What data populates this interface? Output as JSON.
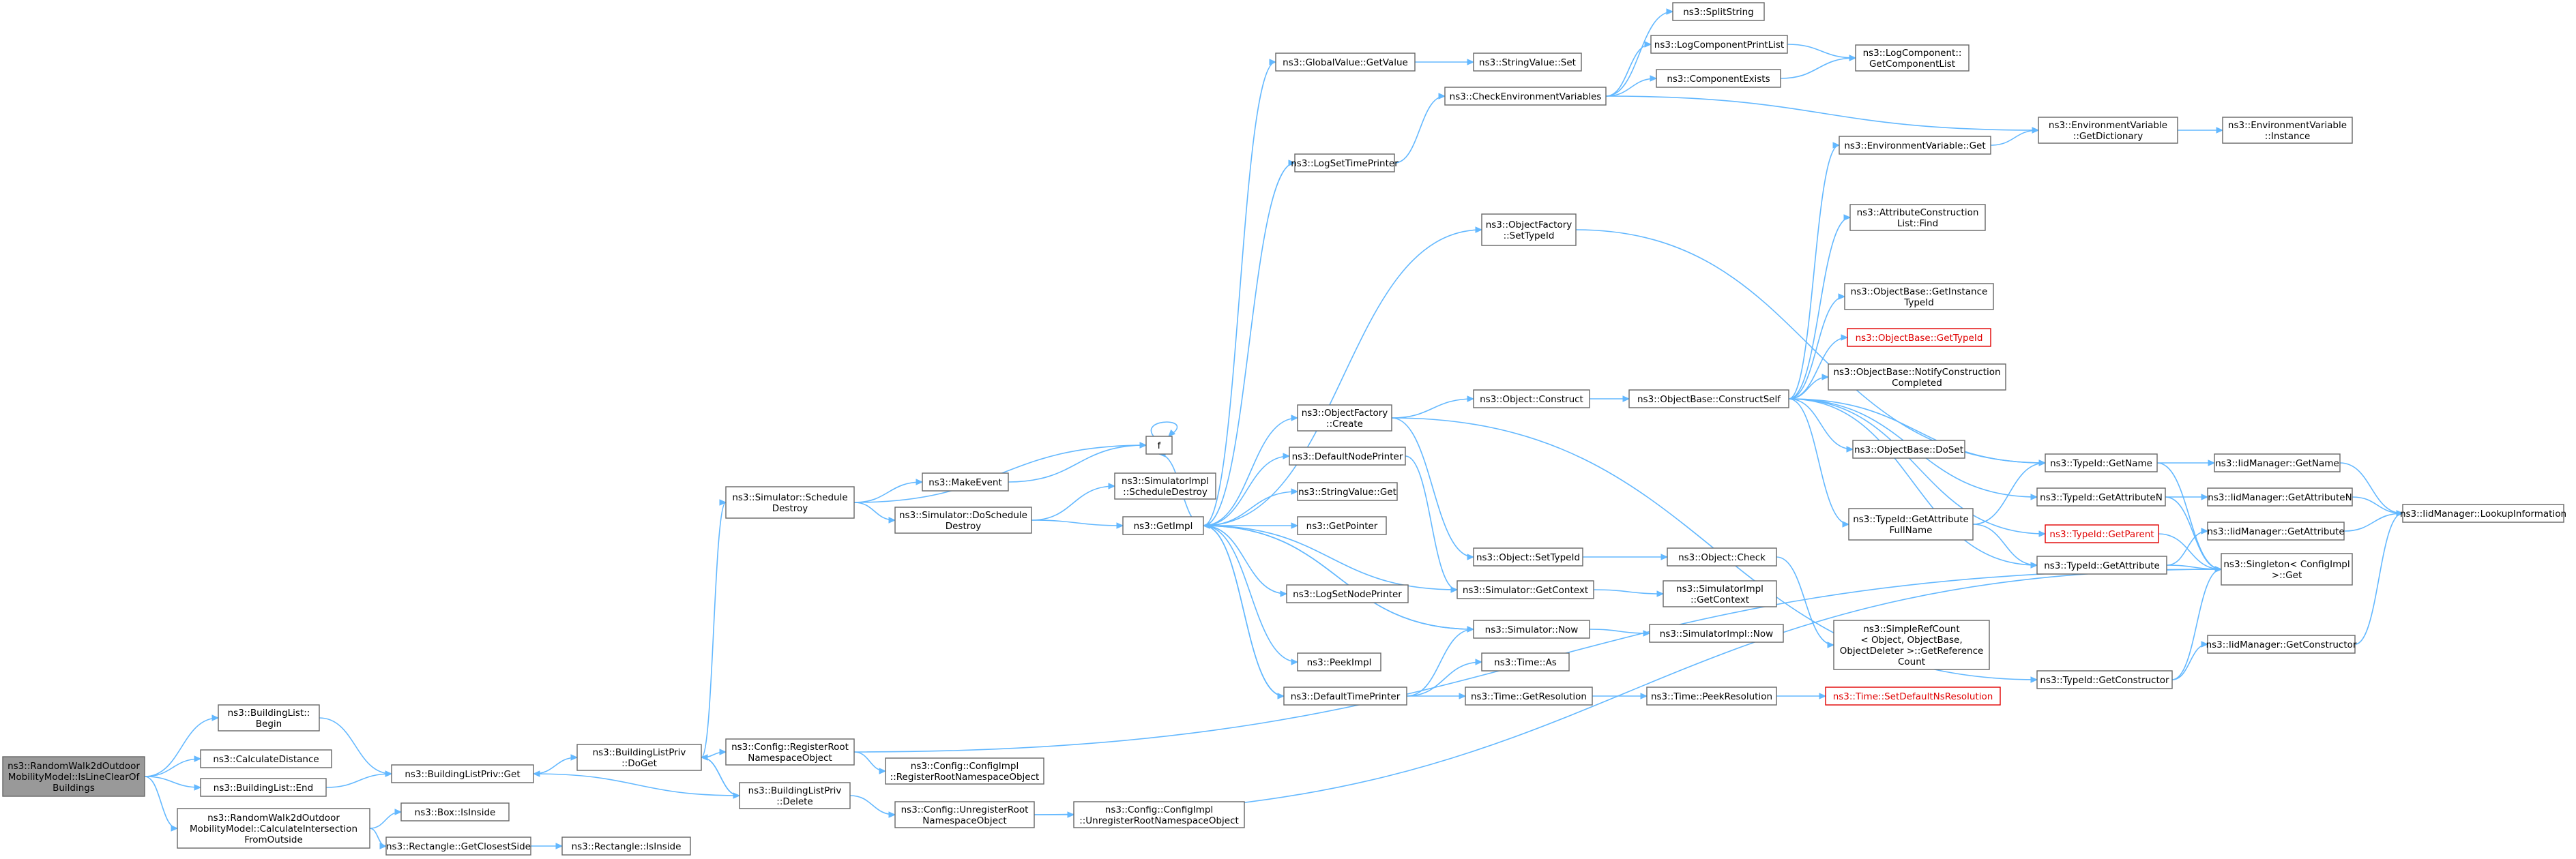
{
  "colors": {
    "edge": "#63b8ff",
    "root_fill": "#999999",
    "node_border": "#666666",
    "highlight": "#e00000"
  },
  "nodes": [
    {
      "id": "root",
      "lines": [
        "ns3::RandomWalk2dOutdoor",
        "MobilityModel::IsLineClearOf",
        "Buildings"
      ],
      "style": "root"
    },
    {
      "id": "bl_begin",
      "lines": [
        "ns3::BuildingList::",
        "Begin"
      ]
    },
    {
      "id": "calcdist",
      "lines": [
        "ns3::CalculateDistance"
      ]
    },
    {
      "id": "bl_end",
      "lines": [
        "ns3::BuildingList::End"
      ]
    },
    {
      "id": "calcint",
      "lines": [
        "ns3::RandomWalk2dOutdoor",
        "MobilityModel::CalculateIntersection",
        "FromOutside"
      ]
    },
    {
      "id": "blp_get",
      "lines": [
        "ns3::BuildingListPriv::Get"
      ]
    },
    {
      "id": "box_inside",
      "lines": [
        "ns3::Box::IsInside"
      ]
    },
    {
      "id": "rect_closest",
      "lines": [
        "ns3::Rectangle::GetClosestSide"
      ]
    },
    {
      "id": "rect_inside",
      "lines": [
        "ns3::Rectangle::IsInside"
      ]
    },
    {
      "id": "blp_doget",
      "lines": [
        "ns3::BuildingListPriv",
        "::DoGet"
      ]
    },
    {
      "id": "blp_delete",
      "lines": [
        "ns3::BuildingListPriv",
        "::Delete"
      ]
    },
    {
      "id": "cfg_reg",
      "lines": [
        "ns3::Config::RegisterRoot",
        "NamespaceObject"
      ]
    },
    {
      "id": "cfg_unreg",
      "lines": [
        "ns3::Config::UnregisterRoot",
        "NamespaceObject"
      ]
    },
    {
      "id": "cfgimpl_reg",
      "lines": [
        "ns3::Config::ConfigImpl",
        "::RegisterRootNamespaceObject"
      ]
    },
    {
      "id": "cfgimpl_unreg",
      "lines": [
        "ns3::Config::ConfigImpl",
        "::UnregisterRootNamespaceObject"
      ]
    },
    {
      "id": "sched_destroy",
      "lines": [
        "ns3::Simulator::Schedule",
        "Destroy"
      ]
    },
    {
      "id": "makeevent",
      "lines": [
        "ns3::MakeEvent"
      ]
    },
    {
      "id": "do_sched_destroy",
      "lines": [
        "ns3::Simulator::DoSchedule",
        "Destroy"
      ]
    },
    {
      "id": "f",
      "lines": [
        "f"
      ]
    },
    {
      "id": "simimpl_sched",
      "lines": [
        "ns3::SimulatorImpl",
        "::ScheduleDestroy"
      ]
    },
    {
      "id": "getimpl",
      "lines": [
        "ns3::GetImpl"
      ]
    },
    {
      "id": "gv_getvalue",
      "lines": [
        "ns3::GlobalValue::GetValue"
      ]
    },
    {
      "id": "logsettime",
      "lines": [
        "ns3::LogSetTimePrinter"
      ]
    },
    {
      "id": "objfac_create",
      "lines": [
        "ns3::ObjectFactory",
        "::Create"
      ]
    },
    {
      "id": "defnodeprinter",
      "lines": [
        "ns3::DefaultNodePrinter"
      ]
    },
    {
      "id": "stringvalue_get",
      "lines": [
        "ns3::StringValue::Get"
      ]
    },
    {
      "id": "getpointer",
      "lines": [
        "ns3::GetPointer"
      ]
    },
    {
      "id": "logsetnode",
      "lines": [
        "ns3::LogSetNodePrinter"
      ]
    },
    {
      "id": "peekimpl",
      "lines": [
        "ns3::PeekImpl"
      ]
    },
    {
      "id": "deftimeprinter",
      "lines": [
        "ns3::DefaultTimePrinter"
      ]
    },
    {
      "id": "stringvalue_set",
      "lines": [
        "ns3::StringValue::Set"
      ]
    },
    {
      "id": "checkenv",
      "lines": [
        "ns3::CheckEnvironmentVariables"
      ]
    },
    {
      "id": "objfac_settype",
      "lines": [
        "ns3::ObjectFactory",
        "::SetTypeId"
      ]
    },
    {
      "id": "obj_construct",
      "lines": [
        "ns3::Object::Construct"
      ]
    },
    {
      "id": "obj_settype",
      "lines": [
        "ns3::Object::SetTypeId"
      ]
    },
    {
      "id": "sim_getctx",
      "lines": [
        "ns3::Simulator::GetContext"
      ]
    },
    {
      "id": "sim_now",
      "lines": [
        "ns3::Simulator::Now"
      ]
    },
    {
      "id": "time_as",
      "lines": [
        "ns3::Time::As"
      ]
    },
    {
      "id": "time_getres",
      "lines": [
        "ns3::Time::GetResolution"
      ]
    },
    {
      "id": "splitstring",
      "lines": [
        "ns3::SplitString"
      ]
    },
    {
      "id": "logcompprint",
      "lines": [
        "ns3::LogComponentPrintList"
      ]
    },
    {
      "id": "compexists",
      "lines": [
        "ns3::ComponentExists"
      ]
    },
    {
      "id": "logcomp_getlist",
      "lines": [
        "ns3::LogComponent::",
        "GetComponentList"
      ]
    },
    {
      "id": "objbase_construct",
      "lines": [
        "ns3::ObjectBase::ConstructSelf"
      ]
    },
    {
      "id": "obj_check",
      "lines": [
        "ns3::Object::Check"
      ]
    },
    {
      "id": "simimpl_getctx",
      "lines": [
        "ns3::SimulatorImpl",
        "::GetContext"
      ]
    },
    {
      "id": "simimpl_now",
      "lines": [
        "ns3::SimulatorImpl::Now"
      ]
    },
    {
      "id": "time_peekres",
      "lines": [
        "ns3::Time::PeekResolution"
      ]
    },
    {
      "id": "srefcount",
      "lines": [
        "ns3::SimpleRefCount",
        "< Object, ObjectBase,",
        "ObjectDeleter >::GetReference",
        "Count"
      ]
    },
    {
      "id": "envvar_get",
      "lines": [
        "ns3::EnvironmentVariable::Get"
      ]
    },
    {
      "id": "attr_find",
      "lines": [
        "ns3::AttributeConstruction",
        "List::Find"
      ]
    },
    {
      "id": "objbase_getinst",
      "lines": [
        "ns3::ObjectBase::GetInstance",
        "TypeId"
      ]
    },
    {
      "id": "objbase_gettype",
      "lines": [
        "ns3::ObjectBase::GetTypeId"
      ],
      "style": "red"
    },
    {
      "id": "objbase_notify",
      "lines": [
        "ns3::ObjectBase::NotifyConstruction",
        "Completed"
      ]
    },
    {
      "id": "objbase_doset",
      "lines": [
        "ns3::ObjectBase::DoSet"
      ]
    },
    {
      "id": "typeid_getattrfull",
      "lines": [
        "ns3::TypeId::GetAttribute",
        "FullName"
      ]
    },
    {
      "id": "time_setdefault",
      "lines": [
        "ns3::Time::SetDefaultNsResolution"
      ],
      "style": "red"
    },
    {
      "id": "typeid_getctor",
      "lines": [
        "ns3::TypeId::GetConstructor"
      ]
    },
    {
      "id": "envvar_getdict",
      "lines": [
        "ns3::EnvironmentVariable",
        "::GetDictionary"
      ]
    },
    {
      "id": "typeid_getname",
      "lines": [
        "ns3::TypeId::GetName"
      ]
    },
    {
      "id": "typeid_getattrn",
      "lines": [
        "ns3::TypeId::GetAttributeN"
      ]
    },
    {
      "id": "typeid_getparent",
      "lines": [
        "ns3::TypeId::GetParent"
      ],
      "style": "red"
    },
    {
      "id": "typeid_getattr",
      "lines": [
        "ns3::TypeId::GetAttribute"
      ]
    },
    {
      "id": "envvar_instance",
      "lines": [
        "ns3::EnvironmentVariable",
        "::Instance"
      ]
    },
    {
      "id": "iid_getname",
      "lines": [
        "ns3::IidManager::GetName"
      ]
    },
    {
      "id": "iid_getattrn",
      "lines": [
        "ns3::IidManager::GetAttributeN"
      ]
    },
    {
      "id": "iid_getattr",
      "lines": [
        "ns3::IidManager::GetAttribute"
      ]
    },
    {
      "id": "singleton_get",
      "lines": [
        "ns3::Singleton< ConfigImpl",
        ">::Get"
      ]
    },
    {
      "id": "iid_getctor",
      "lines": [
        "ns3::IidManager::GetConstructor"
      ]
    },
    {
      "id": "iid_lookup",
      "lines": [
        "ns3::IidManager::LookupInformation"
      ]
    }
  ],
  "edges": [
    [
      "root",
      "bl_begin"
    ],
    [
      "root",
      "calcdist"
    ],
    [
      "root",
      "bl_end"
    ],
    [
      "root",
      "calcint"
    ],
    [
      "bl_begin",
      "blp_get"
    ],
    [
      "bl_end",
      "blp_get"
    ],
    [
      "calcint",
      "box_inside"
    ],
    [
      "calcint",
      "rect_closest"
    ],
    [
      "rect_closest",
      "rect_inside"
    ],
    [
      "blp_get",
      "blp_doget"
    ],
    [
      "blp_doget",
      "blp_delete"
    ],
    [
      "blp_delete",
      "blp_doget"
    ],
    [
      "blp_delete",
      "blp_get"
    ],
    [
      "blp_doget",
      "cfg_reg"
    ],
    [
      "blp_doget",
      "sched_destroy"
    ],
    [
      "blp_delete",
      "cfg_unreg"
    ],
    [
      "cfg_reg",
      "cfgimpl_reg"
    ],
    [
      "cfg_reg",
      "singleton_get"
    ],
    [
      "cfg_unreg",
      "cfgimpl_unreg"
    ],
    [
      "cfg_unreg",
      "singleton_get"
    ],
    [
      "sched_destroy",
      "makeevent"
    ],
    [
      "sched_destroy",
      "do_sched_destroy"
    ],
    [
      "sched_destroy",
      "f"
    ],
    [
      "makeevent",
      "f"
    ],
    [
      "f",
      "f"
    ],
    [
      "do_sched_destroy",
      "simimpl_sched"
    ],
    [
      "do_sched_destroy",
      "getimpl"
    ],
    [
      "getimpl",
      "gv_getvalue"
    ],
    [
      "getimpl",
      "logsettime"
    ],
    [
      "getimpl",
      "objfac_settype"
    ],
    [
      "getimpl",
      "objfac_create"
    ],
    [
      "getimpl",
      "defnodeprinter"
    ],
    [
      "getimpl",
      "stringvalue_get"
    ],
    [
      "getimpl",
      "getpointer"
    ],
    [
      "getimpl",
      "logsetnode"
    ],
    [
      "getimpl",
      "peekimpl"
    ],
    [
      "getimpl",
      "deftimeprinter"
    ],
    [
      "getimpl",
      "sim_now"
    ],
    [
      "getimpl",
      "f"
    ],
    [
      "sim_getctx",
      "getimpl"
    ],
    [
      "sim_now",
      "getimpl"
    ],
    [
      "deftimeprinter",
      "getimpl"
    ],
    [
      "gv_getvalue",
      "stringvalue_set"
    ],
    [
      "logsettime",
      "checkenv"
    ],
    [
      "checkenv",
      "splitstring"
    ],
    [
      "checkenv",
      "logcompprint"
    ],
    [
      "checkenv",
      "compexists"
    ],
    [
      "checkenv",
      "envvar_getdict"
    ],
    [
      "logcompprint",
      "logcomp_getlist"
    ],
    [
      "compexists",
      "logcomp_getlist"
    ],
    [
      "objfac_settype",
      "typeid_getname"
    ],
    [
      "objfac_create",
      "obj_construct"
    ],
    [
      "objfac_create",
      "obj_settype"
    ],
    [
      "objfac_create",
      "typeid_getctor"
    ],
    [
      "defnodeprinter",
      "sim_getctx"
    ],
    [
      "obj_construct",
      "objbase_construct"
    ],
    [
      "obj_settype",
      "obj_check"
    ],
    [
      "sim_getctx",
      "simimpl_getctx"
    ],
    [
      "sim_now",
      "simimpl_now"
    ],
    [
      "deftimeprinter",
      "sim_now"
    ],
    [
      "deftimeprinter",
      "time_as"
    ],
    [
      "deftimeprinter",
      "time_getres"
    ],
    [
      "time_getres",
      "time_peekres"
    ],
    [
      "time_peekres",
      "time_setdefault"
    ],
    [
      "obj_check",
      "srefcount"
    ],
    [
      "objbase_construct",
      "envvar_get"
    ],
    [
      "objbase_construct",
      "attr_find"
    ],
    [
      "objbase_construct",
      "objbase_getinst"
    ],
    [
      "objbase_construct",
      "objbase_gettype"
    ],
    [
      "objbase_construct",
      "objbase_notify"
    ],
    [
      "objbase_construct",
      "objbase_doset"
    ],
    [
      "objbase_construct",
      "typeid_getattrfull"
    ],
    [
      "objbase_construct",
      "typeid_getname"
    ],
    [
      "objbase_construct",
      "typeid_getattrn"
    ],
    [
      "objbase_construct",
      "typeid_getparent"
    ],
    [
      "objbase_construct",
      "typeid_getattr"
    ],
    [
      "envvar_get",
      "envvar_getdict"
    ],
    [
      "envvar_getdict",
      "envvar_instance"
    ],
    [
      "typeid_getattrfull",
      "typeid_getname"
    ],
    [
      "typeid_getattrfull",
      "typeid_getattr"
    ],
    [
      "typeid_getname",
      "iid_getname"
    ],
    [
      "typeid_getname",
      "singleton_get"
    ],
    [
      "typeid_getattrn",
      "iid_getattrn"
    ],
    [
      "typeid_getattrn",
      "singleton_get"
    ],
    [
      "typeid_getparent",
      "singleton_get"
    ],
    [
      "typeid_getattr",
      "iid_getattr"
    ],
    [
      "typeid_getattr",
      "singleton_get"
    ],
    [
      "typeid_getctor",
      "iid_getctor"
    ],
    [
      "typeid_getctor",
      "singleton_get"
    ],
    [
      "iid_getname",
      "iid_lookup"
    ],
    [
      "iid_getattrn",
      "iid_lookup"
    ],
    [
      "iid_getattr",
      "iid_lookup"
    ],
    [
      "iid_getctor",
      "iid_lookup"
    ]
  ]
}
